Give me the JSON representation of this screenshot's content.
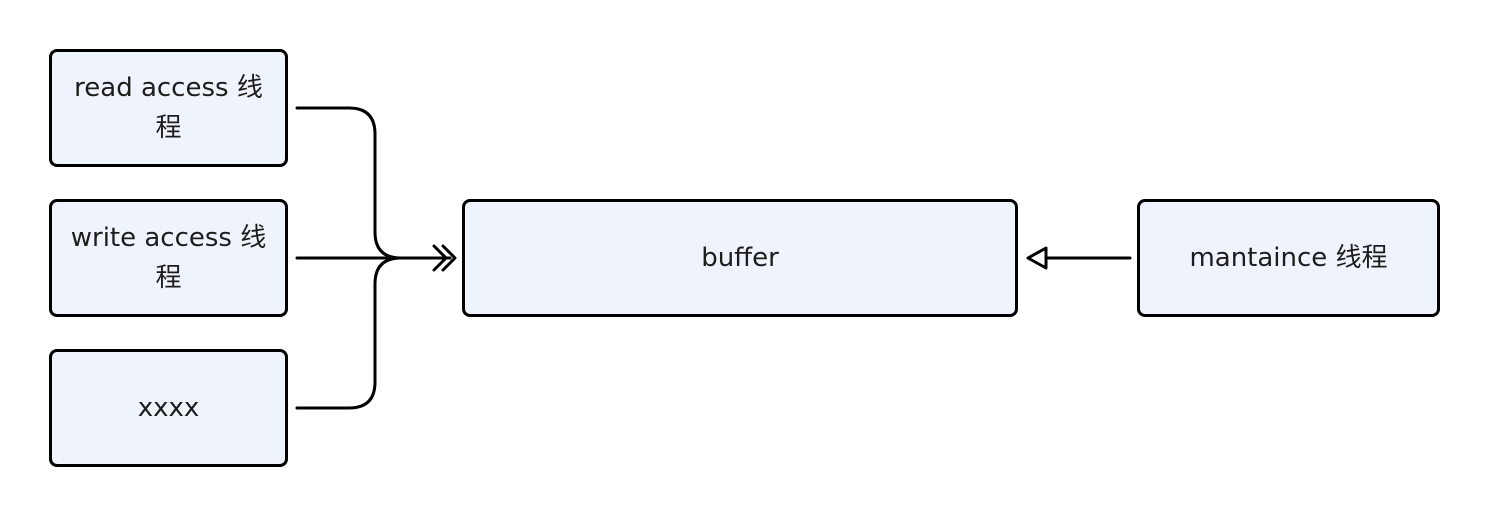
{
  "diagram": {
    "nodes": {
      "read_access": "read access 线程",
      "write_access": "write access 线程",
      "xxxx": "xxxx",
      "buffer": "buffer",
      "maintain": "mantaince 线程"
    },
    "edges": [
      {
        "from": "read_access",
        "to": "buffer",
        "arrow": "double-open-chevron"
      },
      {
        "from": "write_access",
        "to": "buffer",
        "arrow": "double-open-chevron"
      },
      {
        "from": "xxxx",
        "to": "buffer",
        "arrow": "double-open-chevron"
      },
      {
        "from": "maintain",
        "to": "buffer",
        "arrow": "hollow-triangle"
      }
    ],
    "colors": {
      "node_fill": "#eff3fb",
      "stroke": "#000000",
      "text": "#1d1d1d"
    }
  }
}
